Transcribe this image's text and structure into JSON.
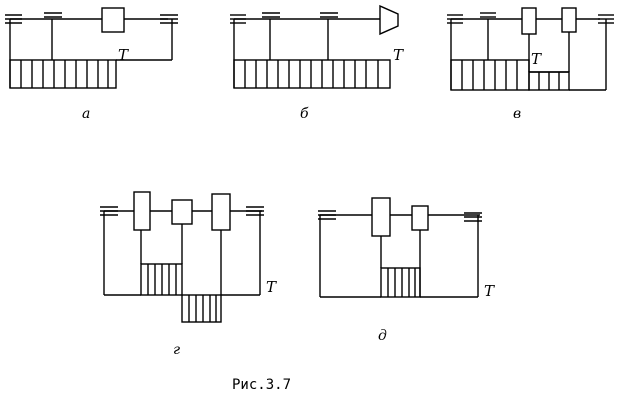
{
  "figure": {
    "caption": "Рис.3.7",
    "node_label": "T",
    "panels": [
      {
        "id": "a",
        "letter": "а"
      },
      {
        "id": "b",
        "letter": "б"
      },
      {
        "id": "v",
        "letter": "в"
      },
      {
        "id": "g",
        "letter": "г"
      },
      {
        "id": "d",
        "letter": "д"
      }
    ]
  }
}
